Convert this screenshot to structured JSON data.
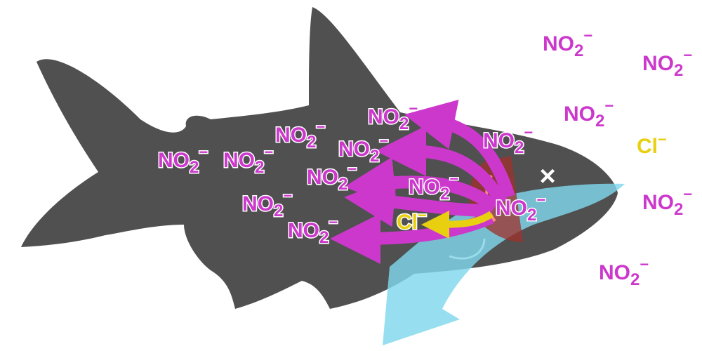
{
  "colors": {
    "fish": "#505050",
    "nitrite": "#cc38cc",
    "chloride": "#e8d010",
    "water": "#7fd8ec",
    "gill": "#a0302a"
  },
  "ions": {
    "nitrite": {
      "base": "NO",
      "sub": "2",
      "charge": "−"
    },
    "chloride": {
      "base": "Cl",
      "charge": "−"
    }
  },
  "blocked_marker": "×",
  "labels": [
    {
      "ion": "nitrite",
      "location": "outside"
    },
    {
      "ion": "nitrite",
      "location": "outside"
    },
    {
      "ion": "nitrite",
      "location": "outside"
    },
    {
      "ion": "nitrite",
      "location": "outside"
    },
    {
      "ion": "nitrite",
      "location": "outside"
    },
    {
      "ion": "chloride",
      "location": "outside"
    },
    {
      "ion": "nitrite",
      "location": "inside"
    },
    {
      "ion": "nitrite",
      "location": "inside"
    },
    {
      "ion": "nitrite",
      "location": "inside"
    },
    {
      "ion": "nitrite",
      "location": "inside"
    },
    {
      "ion": "nitrite",
      "location": "inside"
    },
    {
      "ion": "nitrite",
      "location": "inside"
    },
    {
      "ion": "nitrite",
      "location": "inside"
    },
    {
      "ion": "nitrite",
      "location": "inside"
    },
    {
      "ion": "nitrite",
      "location": "inside"
    },
    {
      "ion": "nitrite",
      "location": "inside"
    },
    {
      "ion": "nitrite",
      "location": "inside"
    },
    {
      "ion": "chloride",
      "location": "inside"
    }
  ]
}
